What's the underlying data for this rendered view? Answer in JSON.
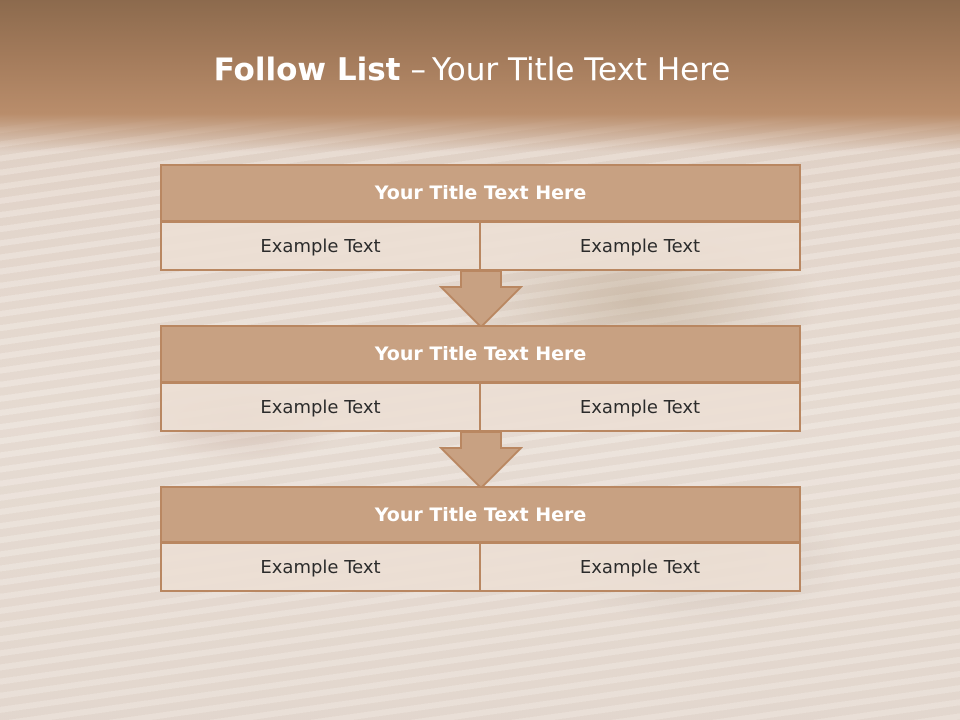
{
  "slide": {
    "title_bold": "Follow List",
    "title_dash": "–",
    "title_rest": "Your Title Text Here"
  },
  "blocks": [
    {
      "title": "Your Title Text Here",
      "left": "Example Text",
      "right": "Example Text"
    },
    {
      "title": "Your Title Text Here",
      "left": "Example Text",
      "right": "Example Text"
    },
    {
      "title": "Your Title Text Here",
      "left": "Example Text",
      "right": "Example Text"
    }
  ],
  "colors": {
    "header_fill": "#c8a182",
    "border": "#b98761",
    "cell_fill": "#ecded4",
    "title_band": "#a57c5c"
  },
  "icons": [
    "down-arrow-icon"
  ]
}
